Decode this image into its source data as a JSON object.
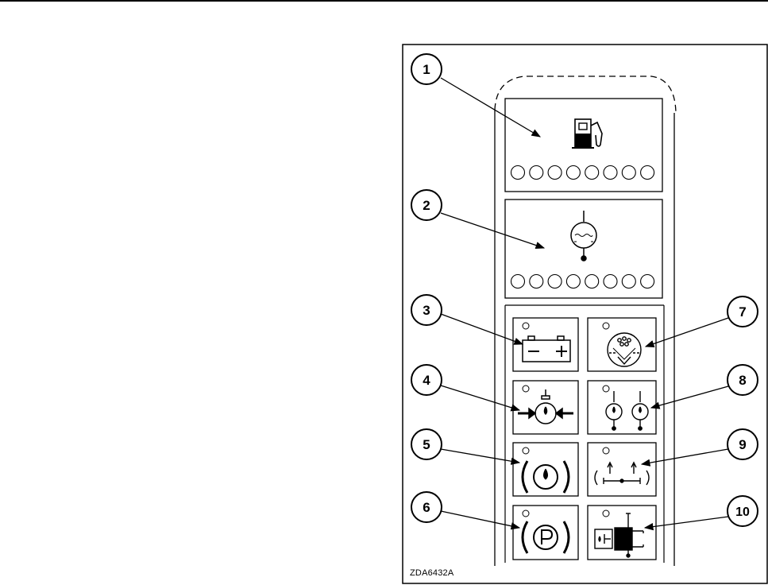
{
  "figure_code": "ZDA6432A",
  "callouts": [
    {
      "number": "1",
      "target": "fuel-gauge-panel"
    },
    {
      "number": "2",
      "target": "coolant-temperature-gauge-panel"
    },
    {
      "number": "3",
      "target": "battery-indicator"
    },
    {
      "number": "4",
      "target": "engine-oil-pressure-indicator"
    },
    {
      "number": "5",
      "target": "brake-indicator"
    },
    {
      "number": "6",
      "target": "park-brake-indicator"
    },
    {
      "number": "7",
      "target": "air-filter-indicator"
    },
    {
      "number": "8",
      "target": "coolant-temperature-indicator"
    },
    {
      "number": "9",
      "target": "differential-lock-indicator"
    },
    {
      "number": "10",
      "target": "hydraulic-oil-temperature-indicator"
    }
  ],
  "icons": {
    "fuel": "fuel-pump-icon",
    "coolant_gauge": "thermometer-icon",
    "battery": "battery-icon",
    "oil_pressure": "oil-pressure-icon",
    "brake": "brake-warning-icon",
    "park_brake": "park-brake-icon",
    "air_filter": "air-filter-icon",
    "coolant_temp": "dual-thermometer-icon",
    "diff_lock": "differential-lock-icon",
    "hydraulic": "hydraulic-oil-temp-icon"
  },
  "gauge_led_count": 8,
  "colors": {
    "ink": "#000000",
    "paper": "#ffffff"
  }
}
